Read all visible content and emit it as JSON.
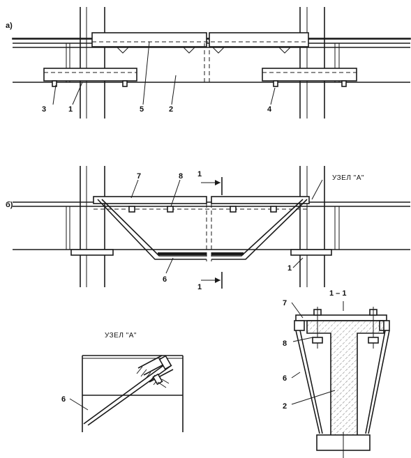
{
  "view_a": {
    "label": "а)",
    "callouts": [
      "3",
      "1",
      "5",
      "2",
      "4"
    ]
  },
  "view_b": {
    "label": "б)",
    "callouts": [
      "7",
      "8",
      "6",
      "1"
    ],
    "node_label": "УЗЕЛ \"А\"",
    "section_mark_top": "1",
    "section_mark_bottom": "1"
  },
  "detail_node": {
    "title": "УЗЕЛ \"А\"",
    "callouts": [
      "6"
    ]
  },
  "section": {
    "title": "1 – 1",
    "callouts": [
      "7",
      "8",
      "6",
      "2"
    ]
  }
}
